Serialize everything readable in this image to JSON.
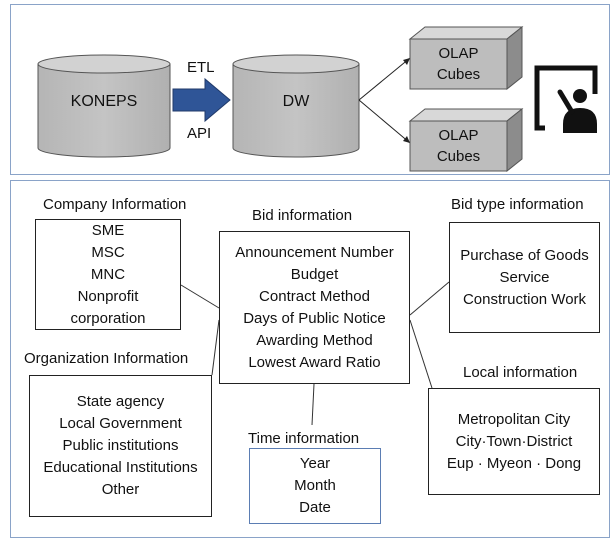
{
  "top": {
    "source": "KONEPS",
    "etl_label": "ETL",
    "api_label": "API",
    "warehouse": "DW",
    "cubes": [
      {
        "line1": "OLAP",
        "line2": "Cubes"
      },
      {
        "line1": "OLAP",
        "line2": "Cubes"
      }
    ],
    "user_icon": "presenter-icon"
  },
  "bottom": {
    "company": {
      "title": "Company Information",
      "items": [
        "SME",
        "MSC",
        "MNC",
        "Nonprofit",
        "corporation"
      ]
    },
    "bid": {
      "title": "Bid information",
      "items": [
        "Announcement Number",
        "Budget",
        "Contract Method",
        "Days of Public Notice",
        "Awarding Method",
        "Lowest Award Ratio"
      ]
    },
    "bid_type": {
      "title": "Bid type information",
      "items": [
        "Purchase of Goods",
        "Service",
        "Construction Work"
      ]
    },
    "organization": {
      "title": "Organization Information",
      "items": [
        "State agency",
        "Local Government",
        "Public institutions",
        "Educational Institutions",
        "Other"
      ]
    },
    "time": {
      "title": "Time information",
      "items": [
        "Year",
        "Month",
        "Date"
      ]
    },
    "local": {
      "title": "Local information",
      "items": [
        "Metropolitan City",
        "City·Town·District",
        "Eup · Myeon · Dong"
      ]
    }
  }
}
